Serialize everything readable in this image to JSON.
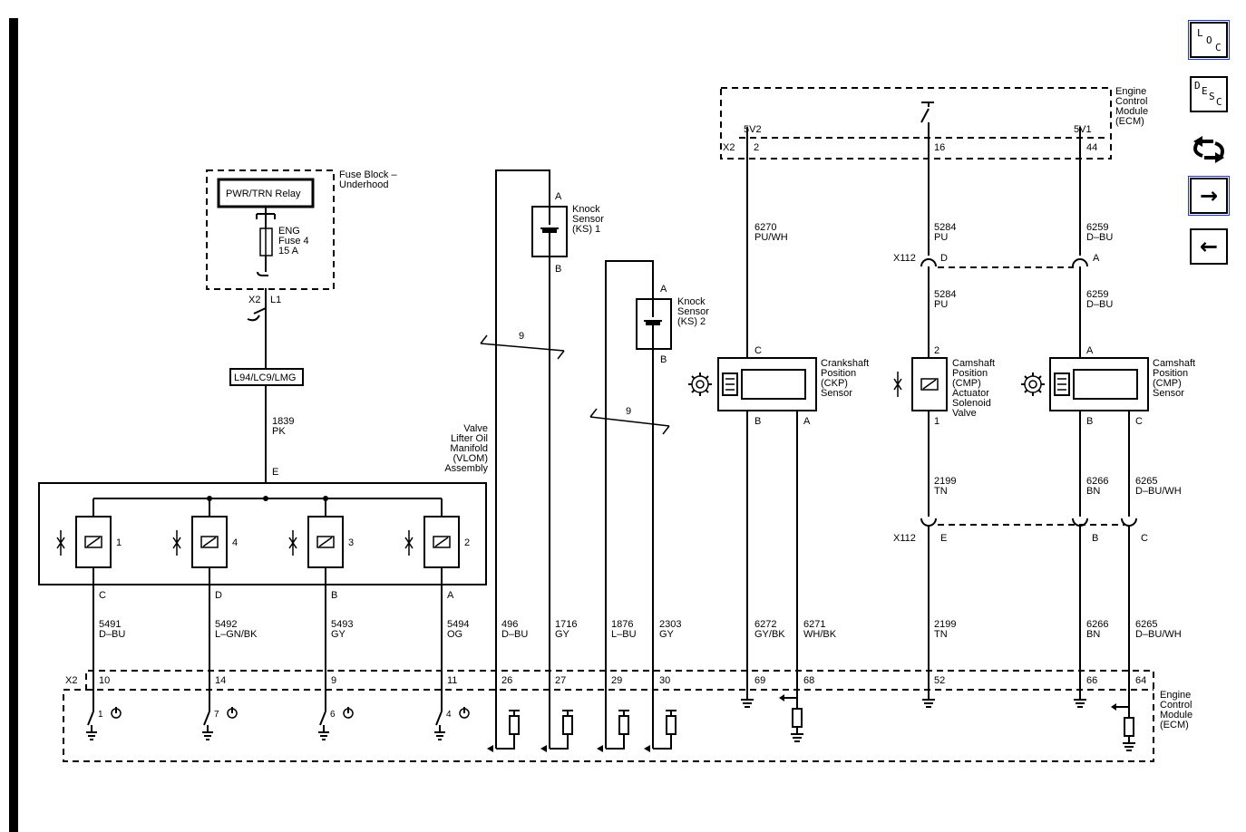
{
  "fuse_block": {
    "title": "Fuse Block –\nUnderhood",
    "relay": "PWR/TRN Relay",
    "fuse": "ENG\nFuse 4\n15 A",
    "connector": "X2",
    "pin": "L1",
    "option": "L94/LC9/LMG",
    "wire": "1839\nPK",
    "pin_e": "E"
  },
  "vlom": {
    "title": "Valve\nLifter Oil\nManifold\n(VLOM)\nAssembly",
    "solenoids": [
      {
        "num": "1",
        "pin": "C",
        "wire": "5491\nD–BU",
        "ecm_pin": "10",
        "ecm_num": "1"
      },
      {
        "num": "4",
        "pin": "D",
        "wire": "5492\nL–GN/BK",
        "ecm_pin": "14",
        "ecm_num": "7"
      },
      {
        "num": "3",
        "pin": "B",
        "wire": "5493\nGY",
        "ecm_pin": "9",
        "ecm_num": "6"
      },
      {
        "num": "2",
        "pin": "A",
        "wire": "5494\nOG",
        "ecm_pin": "11",
        "ecm_num": "4"
      }
    ]
  },
  "knock1": {
    "label": "Knock\nSensor\n(KS) 1",
    "pin_a": "A",
    "pin_b": "B",
    "twist": "9",
    "wire_a": "496\nD–BU",
    "wire_b": "1716\nGY",
    "ecm_a": "26",
    "ecm_b": "27"
  },
  "knock2": {
    "label": "Knock\nSensor\n(KS) 2",
    "pin_a": "A",
    "pin_b": "B",
    "twist": "9",
    "wire_a": "1876\nL–BU",
    "wire_b": "2303\nGY",
    "ecm_a": "29",
    "ecm_b": "30"
  },
  "ecm_top": {
    "label": "Engine\nControl\nModule\n(ECM)",
    "connector": "X2",
    "v5v2": "5V2",
    "v5v1": "5V1",
    "pin_2": "2",
    "pin_16": "16",
    "pin_44": "44"
  },
  "ckp": {
    "label": "Crankshaft\nPosition\n(CKP)\nSensor",
    "pin_c": "C",
    "pin_b": "B",
    "pin_a": "A",
    "wire_top": "6270\nPU/WH",
    "wire_b": "6272\nGY/BK",
    "wire_a": "6271\nWH/BK",
    "ecm_b": "69",
    "ecm_a": "68"
  },
  "cmp_act": {
    "label": "Camshaft\nPosition\n(CMP)\nActuator\nSolenoid\nValve",
    "pin_2": "2",
    "pin_1": "1",
    "wire_top": "5284\nPU",
    "wire_mid": "5284\nPU",
    "wire_low": "2199\nTN",
    "wire_bot": "2199\nTN",
    "ecm_pin": "52"
  },
  "cmp_sensor": {
    "label": "Camshaft\nPosition\n(CMP)\nSensor",
    "pin_a": "A",
    "pin_b": "B",
    "pin_c": "C",
    "wire_top": "6259\nD–BU",
    "wire_mid": "6259\nD–BU",
    "wire_b_low": "6266\nBN",
    "wire_c_low": "6265\nD–BU/WH",
    "wire_b_bot": "6266\nBN",
    "wire_c_bot": "6265\nD–BU/WH",
    "ecm_b": "66",
    "ecm_c": "64"
  },
  "x112_upper": {
    "label": "X112",
    "pin_d": "D",
    "pin_a": "A"
  },
  "x112_lower": {
    "label": "X112",
    "pin_e": "E",
    "pin_b": "B",
    "pin_c": "C"
  },
  "ecm_bottom": {
    "connector": "X2",
    "label": "Engine\nControl\nModule\n(ECM)"
  },
  "nav": {
    "loc": "LOC",
    "desc": "DESC",
    "next_arrow": "→",
    "prev_arrow": "←"
  }
}
